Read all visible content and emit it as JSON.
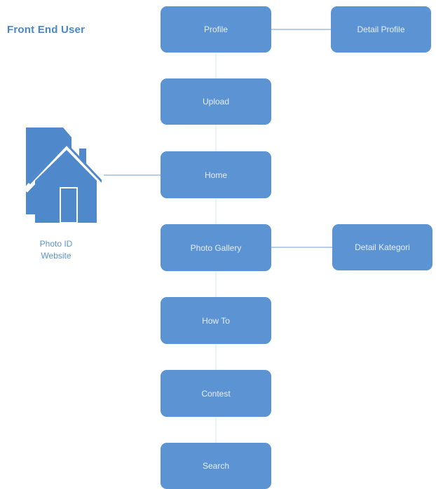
{
  "diagram": {
    "title": "Front End User",
    "site_label": "Photo ID\nWebsite",
    "colors": {
      "node_fill": "#5b93d3",
      "node_text": "#e6eefa",
      "connector": "#9dbde3",
      "title": "#4a86c6"
    },
    "icon": "house-icon",
    "main_nodes": [
      {
        "label": "Profile"
      },
      {
        "label": "Upload"
      },
      {
        "label": "Home"
      },
      {
        "label": "Photo Gallery"
      },
      {
        "label": "How To"
      },
      {
        "label": "Contest"
      },
      {
        "label": "Search"
      }
    ],
    "detail_nodes": [
      {
        "label": "Detail Profile"
      },
      {
        "label": "Detail Kategori"
      }
    ]
  }
}
